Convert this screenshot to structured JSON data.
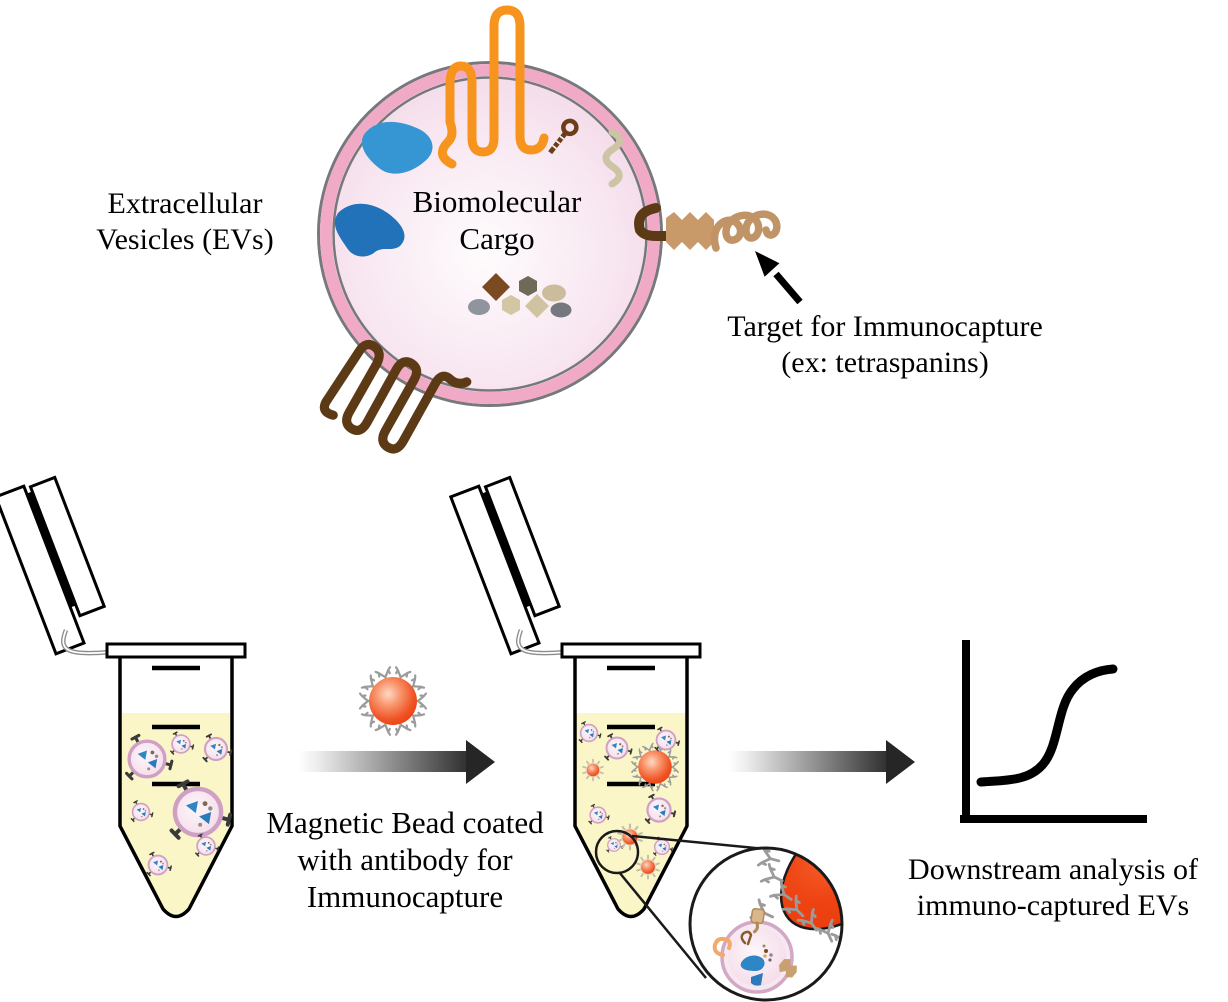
{
  "labels": {
    "extracellular_vesicles": "Extracellular\nVesicles (EVs)",
    "biomolecular_cargo": "Biomolecular\nCargo",
    "target_for_immunocapture": "Target for Immunocapture\n(ex: tetraspanins)",
    "magnetic_bead": "Magnetic Bead coated\nwith antibody for\nImmunocapture",
    "downstream_analysis": "Downstream analysis of\nimmuno-captured EVs"
  },
  "icon_names": [
    "extracellular-vesicle-icon",
    "transmembrane-protein-orange-icon",
    "rna-hairpin-icon",
    "peptide-squiggle-icon",
    "protein-blob-blue-icon",
    "cargo-molecules-icon",
    "serpentine-protein-brown-icon",
    "tetraspanin-icon",
    "target-annotation-arrow-icon",
    "microcentrifuge-tube-icon",
    "magnetic-bead-icon",
    "antibody-icon",
    "process-arrow-icon",
    "sigmoid-graph-icon",
    "magnifier-callout-icon"
  ],
  "colors": {
    "membrane_pink": "#f0aac6",
    "vesicle_fill_light": "#f8e9f2",
    "membrane_gray": "#77787b",
    "protein_orange": "#f7941e",
    "protein_blue": "#2e86c5",
    "protein_blue_dark": "#2272b9",
    "protein_brown_dark": "#5d3a16",
    "tetraspanin_tan": "#c89a6a",
    "hairpin_brown": "#6b3e18",
    "squiggle_beige": "#cdc3a5",
    "liquid_yellow": "#faf6c8",
    "bead_red": "#ee4517",
    "antibody_gray": "#9b9b9b",
    "arrow_dark": "#2f2f2f",
    "ink": "#000000"
  }
}
